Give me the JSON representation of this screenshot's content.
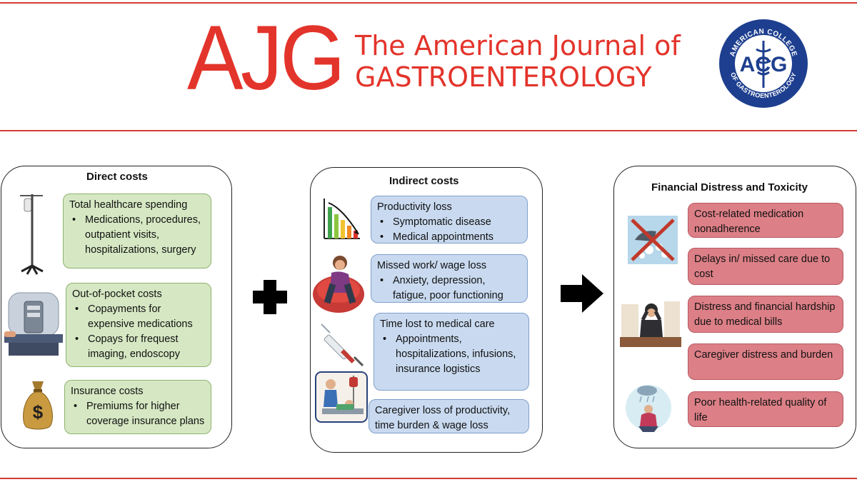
{
  "header": {
    "logo": "AJG",
    "journal_line1": "The American Journal of",
    "journal_line2": "GASTROENTEROLOGY",
    "seal_abbr": "ACG",
    "seal_top_text": "AMERICAN COLLEGE",
    "seal_bottom_text": "OF GASTROENTEROLOGY"
  },
  "colors": {
    "brand_red": "#e3342b",
    "seal_blue": "#1e3f8f",
    "green_box": "#d6e8c3",
    "blue_box": "#c9daf0",
    "red_box": "#dc7f86"
  },
  "direct": {
    "title": "Direct costs",
    "boxes": [
      {
        "title": "Total healthcare spending",
        "bullets": [
          "Medications, procedures, outpatient visits, hospitalizations, surgery"
        ],
        "icon": "iv-pole-icon"
      },
      {
        "title": "Out-of-pocket costs",
        "bullets": [
          "Copayments for expensive medications",
          "Copays for frequest imaging, endoscopy"
        ],
        "icon": "mri-scanner-icon"
      },
      {
        "title": "Insurance costs",
        "bullets": [
          "Premiums for higher coverage insurance plans"
        ],
        "icon": "money-bag-icon"
      }
    ]
  },
  "indirect": {
    "title": "Indirect costs",
    "boxes": [
      {
        "title": "Productivity loss",
        "bullets": [
          "Symptomatic disease",
          "Medical appointments"
        ],
        "icon": "declining-chart-icon"
      },
      {
        "title": "Missed work/ wage loss",
        "bullets": [
          "Anxiety, depression, fatigue, poor functioning"
        ],
        "icon": "distressed-person-icon"
      },
      {
        "title": "Time lost to medical care",
        "bullets": [
          "Appointments, hospitalizations, infusions, insurance logistics"
        ],
        "icon": "syringe-icon"
      },
      {
        "title": "Caregiver loss of productivity, time burden & wage loss",
        "bullets": [],
        "icon": "caregiver-icon"
      }
    ]
  },
  "financial": {
    "title": "Financial Distress and Toxicity",
    "boxes": [
      {
        "text": "Cost-related medication nonadherence",
        "icon": "no-pills-icon"
      },
      {
        "text": "Delays in/ missed care due to cost"
      },
      {
        "text": "Distress and financial hardship due to medical bills",
        "icon": "stressed-worker-icon"
      },
      {
        "text": "Caregiver distress and burden"
      },
      {
        "text": "Poor health-related quality of life",
        "icon": "sad-person-rain-icon"
      }
    ]
  },
  "connectors": {
    "plus": "plus-icon",
    "arrow": "arrow-right-icon"
  }
}
